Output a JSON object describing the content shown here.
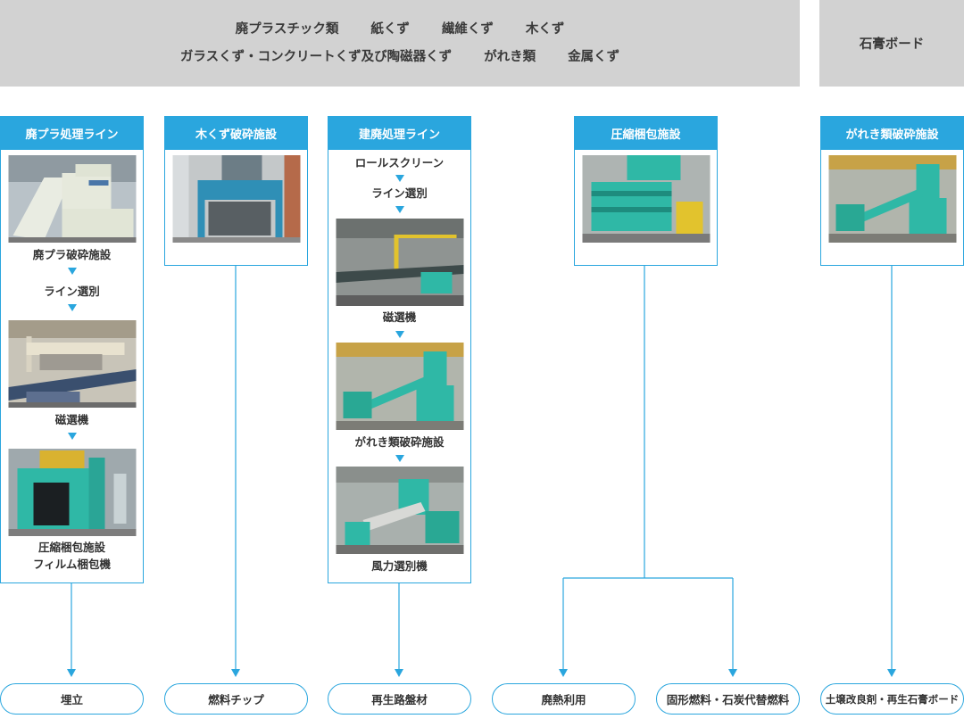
{
  "materials": {
    "line1": [
      "廃プラスチック類",
      "紙くず",
      "繊維くず",
      "木くず"
    ],
    "line2": [
      "ガラスくず・コンクリートくず及び陶磁器くず",
      "がれき類",
      "金属くず"
    ],
    "gypsum": "石膏ボード"
  },
  "facilities": {
    "plastic": {
      "title": "廃プラ処理ライン",
      "step1": "廃プラ破砕施設",
      "step2": "ライン選別",
      "step3": "磁選機",
      "step4a": "圧縮梱包施設",
      "step4b": "フィルム梱包機"
    },
    "wood": {
      "title": "木くず破砕施設"
    },
    "construction": {
      "title": "建廃処理ライン",
      "step1": "ロールスクリーン",
      "step2": "ライン選別",
      "step3": "磁選機",
      "step4": "がれき類破砕施設",
      "step5": "風力選別機"
    },
    "baling": {
      "title": "圧縮梱包施設"
    },
    "rubble": {
      "title": "がれき類破砕施設"
    }
  },
  "outputs": [
    "埋立",
    "燃料チップ",
    "再生路盤材",
    "廃熱利用",
    "固形燃料・石炭代替燃料",
    "土壌改良剤・再生石膏ボード"
  ],
  "colors": {
    "accent": "#2aa6de",
    "band": "#d2d2d2",
    "machine": "#2fb8a6"
  }
}
